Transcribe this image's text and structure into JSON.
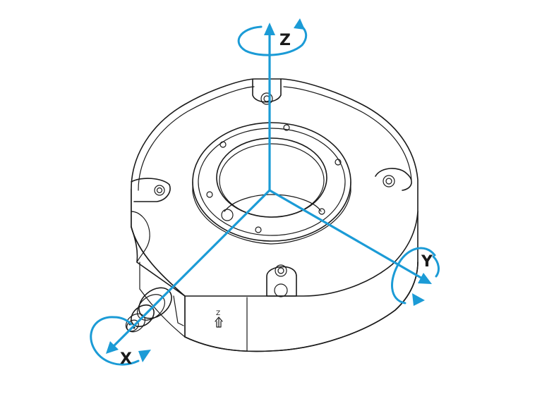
{
  "axes": {
    "z": {
      "label": "Z"
    },
    "y": {
      "label": "Y"
    },
    "x": {
      "label": "X"
    }
  },
  "housing_marking": "Z",
  "colors": {
    "axis": "#1b9bd6",
    "outline": "#1a1a1a",
    "background": "#ffffff"
  }
}
